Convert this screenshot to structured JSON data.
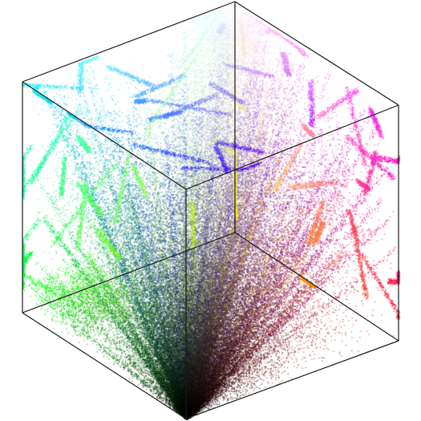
{
  "scene": {
    "subject": "rgb-color-cube-pixel-distribution",
    "projection": "isometric",
    "background_color": "#ffffff",
    "edge_color": "#1a1a1a",
    "corner_colors": {
      "black": "#000000",
      "red": "#ff0000",
      "green": "#00ff00",
      "blue": "#0000ff",
      "cyan": "#00ffff",
      "magenta": "#ff00ff",
      "yellow": "#ffff00",
      "white": "#ffffff"
    },
    "point_density": "dense-near-black-corner"
  }
}
